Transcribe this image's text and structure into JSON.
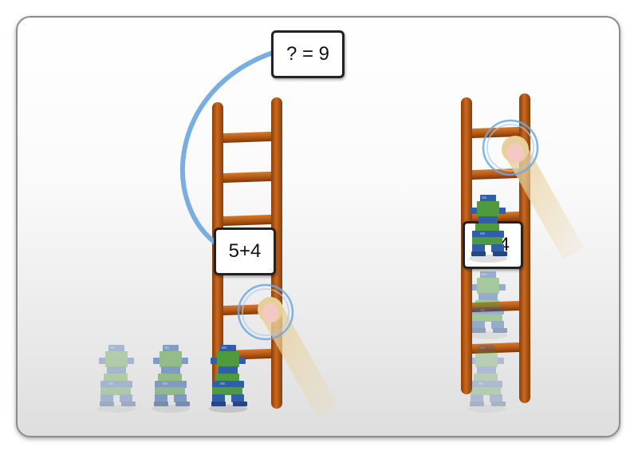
{
  "cards": {
    "answer_label": "? = 9",
    "left_expression": "5+4",
    "right_expression": "4"
  },
  "colors": {
    "ladder": "#b85a16",
    "ladder_dark": "#8a3e0b",
    "arc": "#7aaee0",
    "figure_blue": "#2f5fa8",
    "figure_green": "#4f9a3e",
    "finger": "#ead6a6",
    "fingernail": "#f4c9c4",
    "touch_ring": "#6aa8e8"
  },
  "icons": [
    "ladder-icon",
    "block-figure-icon",
    "finger-pointer-icon",
    "touch-ring-icon"
  ]
}
